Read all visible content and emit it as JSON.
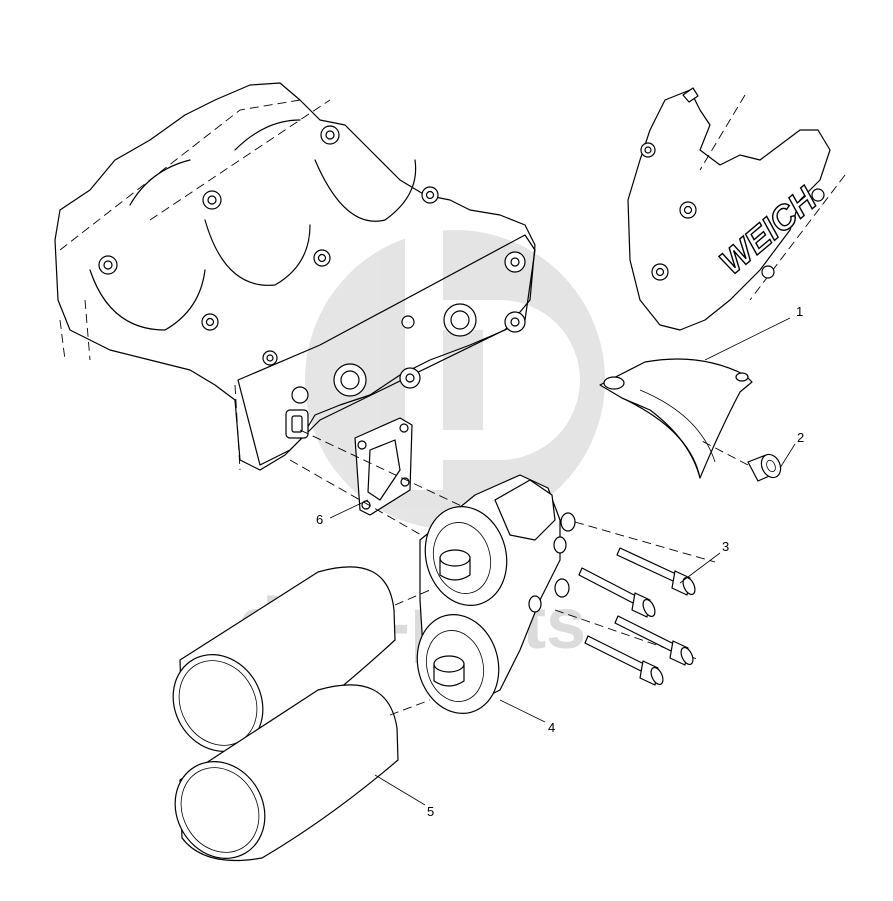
{
  "watermark": {
    "text": "data-parts"
  },
  "brand_on_part": "WEICH",
  "callouts": [
    {
      "id": "1",
      "label": "1"
    },
    {
      "id": "2",
      "label": "2"
    },
    {
      "id": "3",
      "label": "3"
    },
    {
      "id": "4",
      "label": "4"
    },
    {
      "id": "5",
      "label": "5"
    },
    {
      "id": "6",
      "label": "6"
    }
  ]
}
